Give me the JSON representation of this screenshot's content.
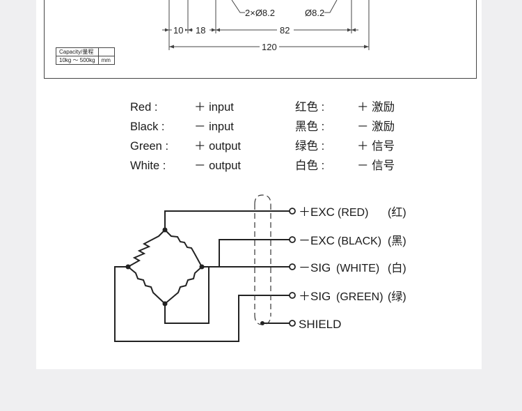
{
  "drawing": {
    "dims": [
      "10",
      "18",
      "82",
      "120"
    ],
    "holes": [
      "2×Ø8.2",
      "Ø8.2"
    ],
    "table": {
      "header": "Capacity/量程",
      "range": "10kg ～ 500kg",
      "unit": "mm"
    }
  },
  "legend": {
    "rows": [
      {
        "color": "Red :",
        "func": "＋ input",
        "color_cn": "红色 :",
        "func_cn": "＋ 激励"
      },
      {
        "color": "Black :",
        "func": "－ input",
        "color_cn": "黑色 :",
        "func_cn": "－ 激励"
      },
      {
        "color": "Green :",
        "func": "＋ output",
        "color_cn": "绿色 :",
        "func_cn": "＋ 信号"
      },
      {
        "color": "White :",
        "func": "－ output",
        "color_cn": "白色 :",
        "func_cn": "－ 信号"
      }
    ]
  },
  "wiring": {
    "terminals": [
      {
        "signal": "＋EXC",
        "wire": "(RED)",
        "wire_cn": "(红)"
      },
      {
        "signal": "－EXC",
        "wire": "(BLACK)",
        "wire_cn": "(黑)"
      },
      {
        "signal": "－SIG",
        "wire": "(WHITE)",
        "wire_cn": "(白)"
      },
      {
        "signal": "＋SIG",
        "wire": "(GREEN)",
        "wire_cn": "(绿)"
      },
      {
        "signal": "SHIELD",
        "wire": "",
        "wire_cn": ""
      }
    ]
  }
}
